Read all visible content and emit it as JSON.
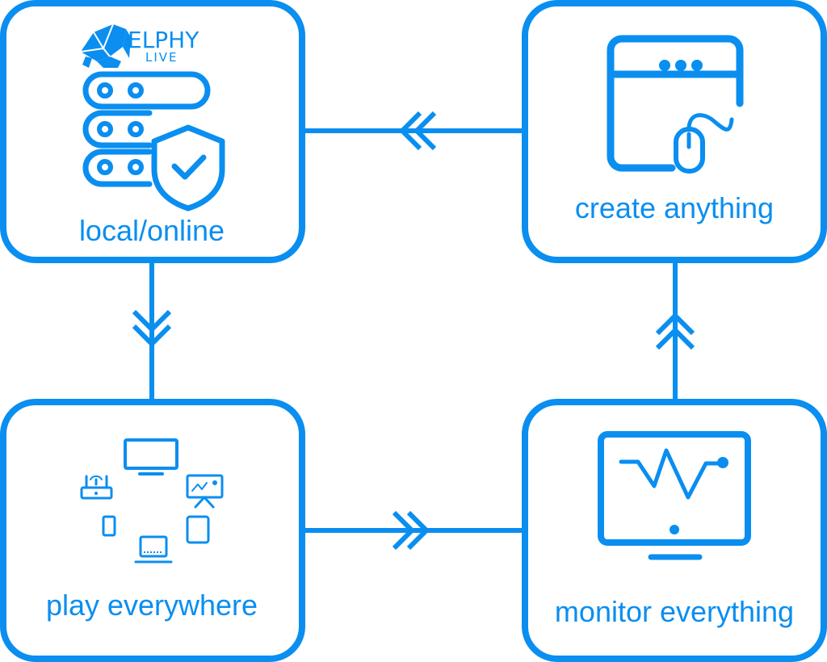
{
  "colors": {
    "accent": "#0a8ef0",
    "background": "#ffffff"
  },
  "logo": {
    "name": "ELPHY",
    "sub": "LIVE",
    "icon": "elephant-origami-icon"
  },
  "nodes": {
    "local_online": {
      "label": "local/online",
      "icon": "server-shield-icon"
    },
    "create_anything": {
      "label": "create anything",
      "icon": "browser-window-mouse-icon"
    },
    "play_everywhere": {
      "label": "play everywhere",
      "icon": "devices-network-icon"
    },
    "monitor_everything": {
      "label": "monitor everything",
      "icon": "monitor-waveform-icon"
    }
  },
  "edges": [
    {
      "from": "create_anything",
      "to": "local_online",
      "direction": "left"
    },
    {
      "from": "local_online",
      "to": "play_everywhere",
      "direction": "down"
    },
    {
      "from": "play_everywhere",
      "to": "monitor_everything",
      "direction": "right"
    },
    {
      "from": "monitor_everything",
      "to": "create_anything",
      "direction": "up"
    }
  ]
}
